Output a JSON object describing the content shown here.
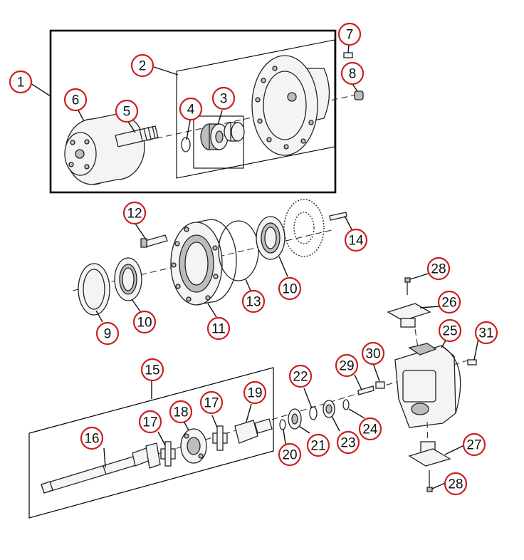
{
  "callouts": [
    {
      "id": "1",
      "label": "1"
    },
    {
      "id": "2",
      "label": "2"
    },
    {
      "id": "3",
      "label": "3"
    },
    {
      "id": "4",
      "label": "4"
    },
    {
      "id": "5",
      "label": "5"
    },
    {
      "id": "6",
      "label": "6"
    },
    {
      "id": "7",
      "label": "7"
    },
    {
      "id": "8",
      "label": "8"
    },
    {
      "id": "9",
      "label": "9"
    },
    {
      "id": "10a",
      "label": "10"
    },
    {
      "id": "10b",
      "label": "10"
    },
    {
      "id": "11",
      "label": "11"
    },
    {
      "id": "12",
      "label": "12"
    },
    {
      "id": "13",
      "label": "13"
    },
    {
      "id": "14",
      "label": "14"
    },
    {
      "id": "15",
      "label": "15"
    },
    {
      "id": "16",
      "label": "16"
    },
    {
      "id": "17a",
      "label": "17"
    },
    {
      "id": "17b",
      "label": "17"
    },
    {
      "id": "18",
      "label": "18"
    },
    {
      "id": "19",
      "label": "19"
    },
    {
      "id": "20",
      "label": "20"
    },
    {
      "id": "21",
      "label": "21"
    },
    {
      "id": "22",
      "label": "22"
    },
    {
      "id": "23",
      "label": "23"
    },
    {
      "id": "24",
      "label": "24"
    },
    {
      "id": "25",
      "label": "25"
    },
    {
      "id": "26",
      "label": "26"
    },
    {
      "id": "27",
      "label": "27"
    },
    {
      "id": "28a",
      "label": "28"
    },
    {
      "id": "28b",
      "label": "28"
    },
    {
      "id": "29",
      "label": "29"
    },
    {
      "id": "30",
      "label": "30"
    },
    {
      "id": "31",
      "label": "31"
    }
  ],
  "colors": {
    "callout_ring": "#cc1f1f",
    "line": "#111111"
  }
}
